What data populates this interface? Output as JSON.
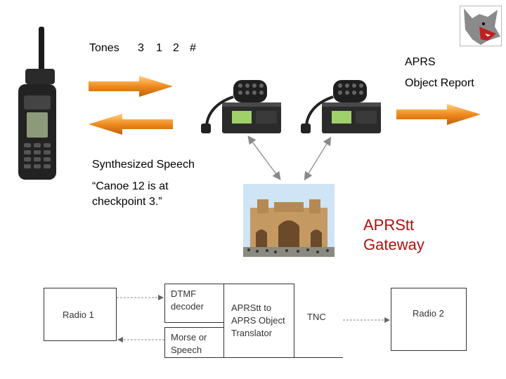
{
  "tones": {
    "label": "Tones",
    "digits": [
      "3",
      "1",
      "2",
      "#"
    ]
  },
  "aprs": {
    "line1": "APRS",
    "line2": "Object Report"
  },
  "speech": {
    "heading": "Synthesized Speech",
    "line1": "“Canoe 12 is at",
    "line2": "checkpoint 3.”"
  },
  "gateway": {
    "line1": "APRStt",
    "line2": "Gateway"
  },
  "block_diagram": {
    "radio1": "Radio 1",
    "dtmf_line1": "DTMF",
    "dtmf_line2": "decoder",
    "morse_line1": "Morse or",
    "morse_line2": "Speech",
    "translator_line1": "APRStt to",
    "translator_line2": "APRS Object",
    "translator_line3": "Translator",
    "tnc": "TNC",
    "radio2": "Radio 2"
  },
  "colors": {
    "arrow_orange": "#f08a1c",
    "gateway_red": "#b01010"
  },
  "icons": [
    "handheld-radio-icon",
    "mobile-radio-icon",
    "monument-photo",
    "wolf-logo"
  ]
}
